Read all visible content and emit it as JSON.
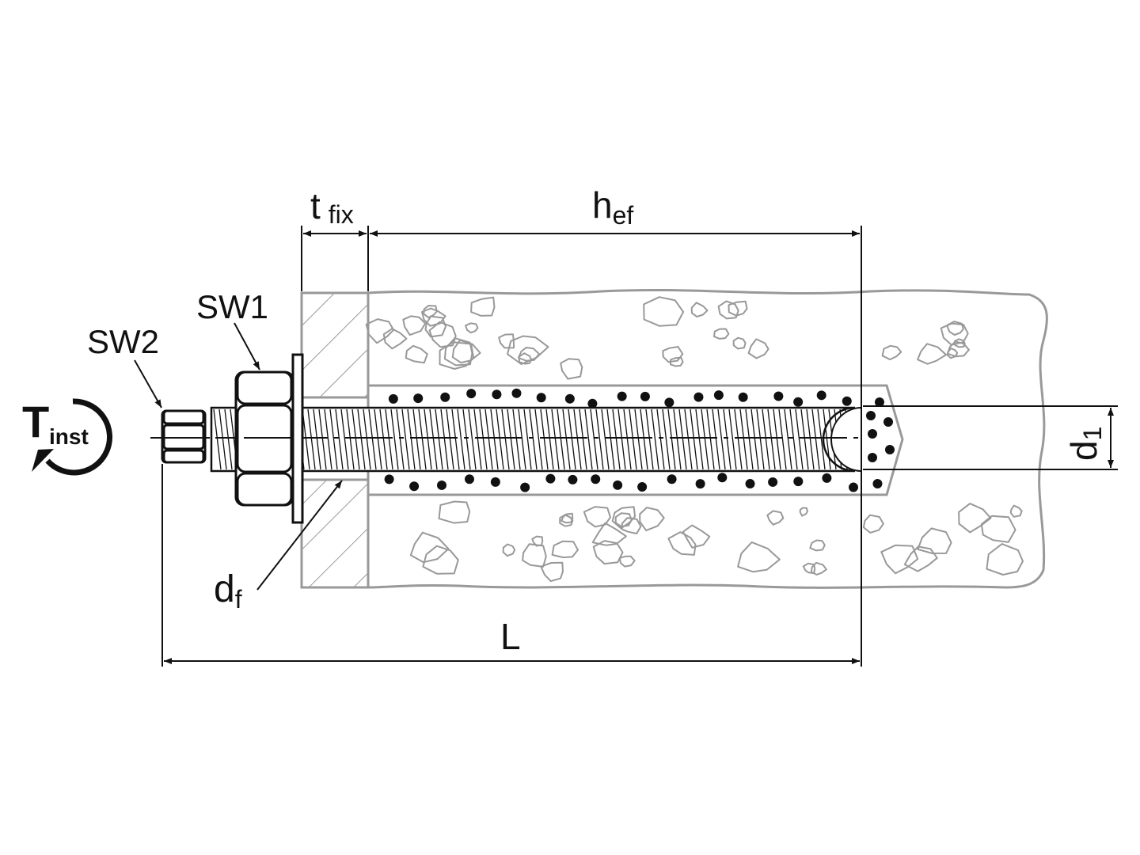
{
  "labels": {
    "tfix_main": "t",
    "tfix_sub": "fix",
    "hef_main": "h",
    "hef_sub": "ef",
    "sw1": "SW1",
    "sw2": "SW2",
    "df_main": "d",
    "df_sub": "f",
    "length": "L",
    "d1_main": "d",
    "d1_sub": "1",
    "tinst_main": "T",
    "tinst_sub": "inst"
  },
  "colors": {
    "line": "#111111",
    "concrete": "#999999"
  }
}
